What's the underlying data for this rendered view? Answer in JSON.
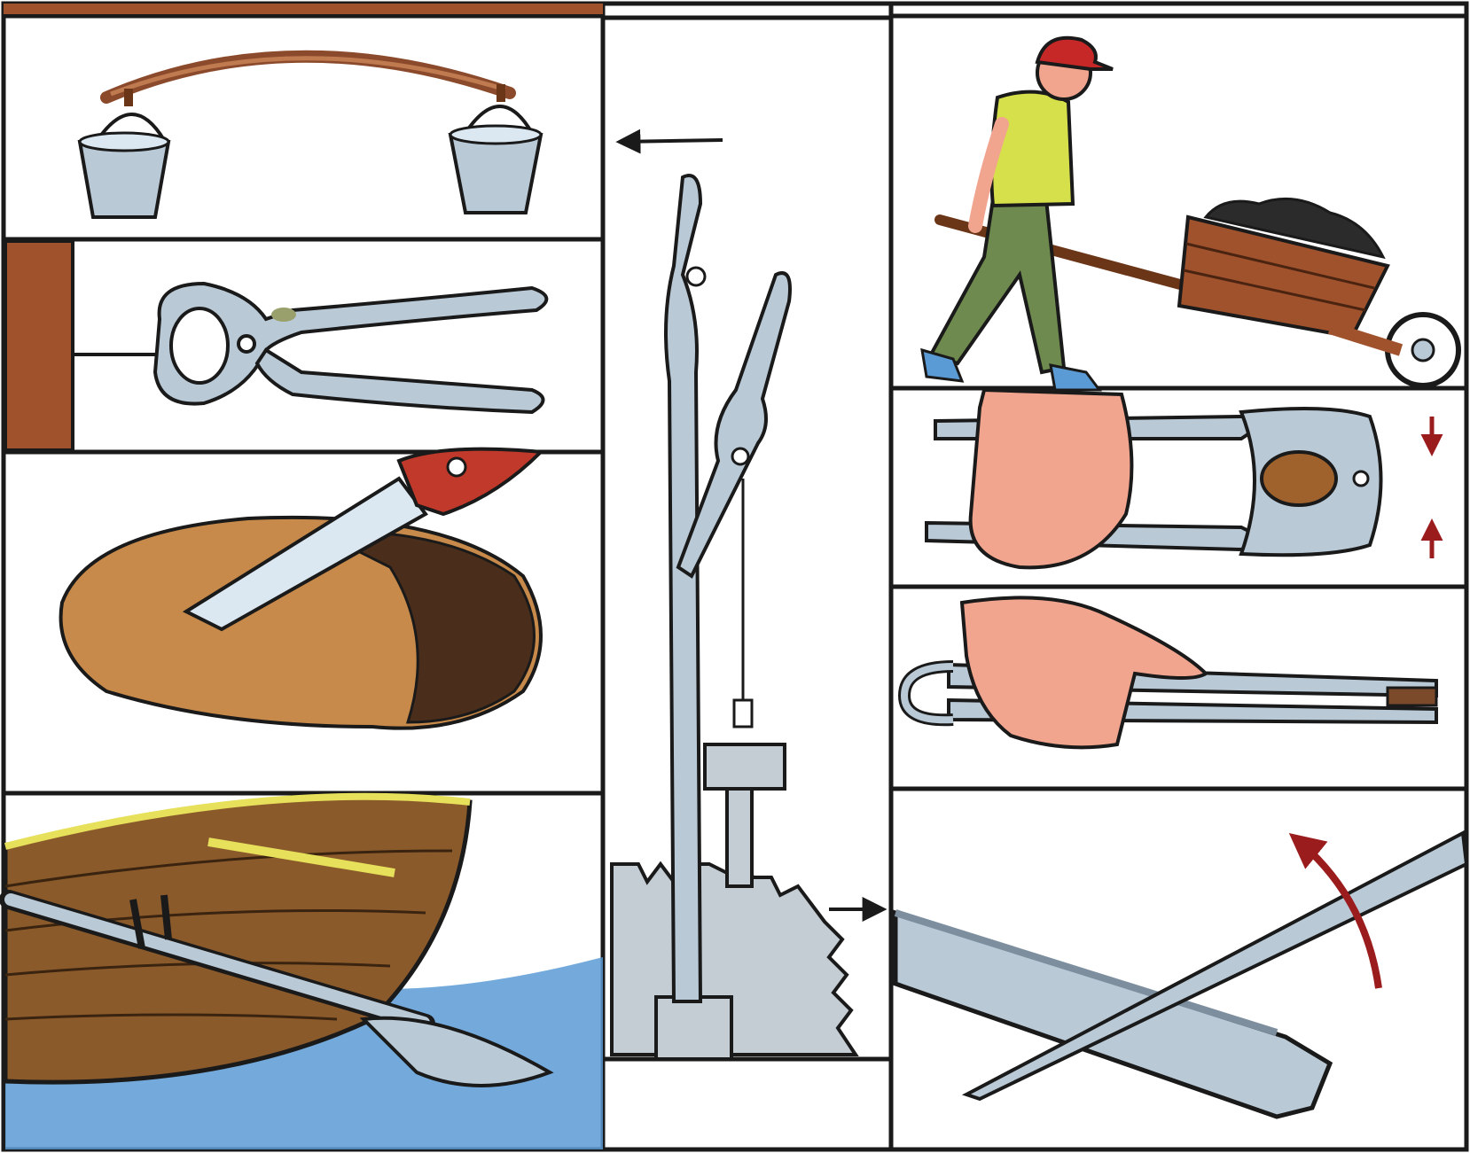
{
  "illustration": {
    "panels": [
      {
        "id": "yoke",
        "subject": "yoke-with-buckets"
      },
      {
        "id": "pincers",
        "subject": "pincers-pulling-nail"
      },
      {
        "id": "knife",
        "subject": "knife-cutting-bread"
      },
      {
        "id": "boat",
        "subject": "rowboat-with-oar"
      },
      {
        "id": "mechanism",
        "subject": "lever-ratchet-mechanism"
      },
      {
        "id": "wheelbarrow",
        "subject": "man-pushing-wheelbarrow"
      },
      {
        "id": "nutcracker",
        "subject": "nutcracker-with-walnut"
      },
      {
        "id": "tongs",
        "subject": "hand-holding-tongs"
      },
      {
        "id": "crowbar",
        "subject": "crowbar-lifting-rail"
      }
    ],
    "colors": {
      "outline": "#1a1a1a",
      "metal": "#b9c9d6",
      "metal_dark": "#7d8f9f",
      "wood": "#a0522d",
      "wood_dark": "#6b3517",
      "skin": "#f2a58e",
      "red": "#c0392b",
      "arrow_red": "#9b1c1c",
      "water": "#5b9bd5",
      "bread": "#c88a4a",
      "shirt": "#d6e04a",
      "trousers": "#6e8a4e",
      "cap": "#c62828"
    }
  }
}
